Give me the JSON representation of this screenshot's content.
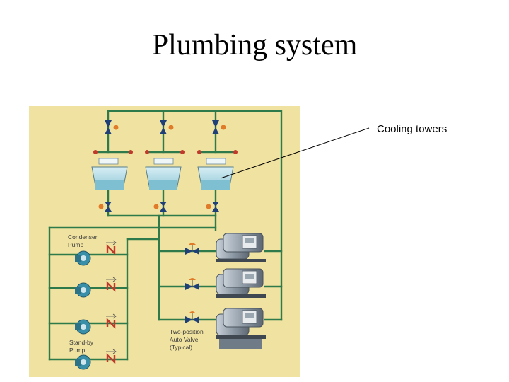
{
  "slide": {
    "title": "Plumbing system"
  },
  "diagram": {
    "callout": "Cooling towers",
    "labels": {
      "condenser_pump_line1": "Condenser",
      "condenser_pump_line2": "Pump",
      "standby_pump_line1": "Stand-by",
      "standby_pump_line2": "Pump",
      "auto_valve_line1": "Two-position",
      "auto_valve_line2": "Auto Valve",
      "auto_valve_line3": "(Typical)"
    },
    "pump_count": 4,
    "chiller_count": 3,
    "tower_count": 3,
    "colors": {
      "panel_background": "#f0e2a0",
      "pipe": "#2f7a4a",
      "tower_water": "#9fcfdc",
      "pump": "#3a8fa8",
      "valve_body": "#1f3f78",
      "valve_handle": "#e07b2a",
      "check_valve": "#c0392b",
      "chiller": "#8e9aa6"
    }
  }
}
